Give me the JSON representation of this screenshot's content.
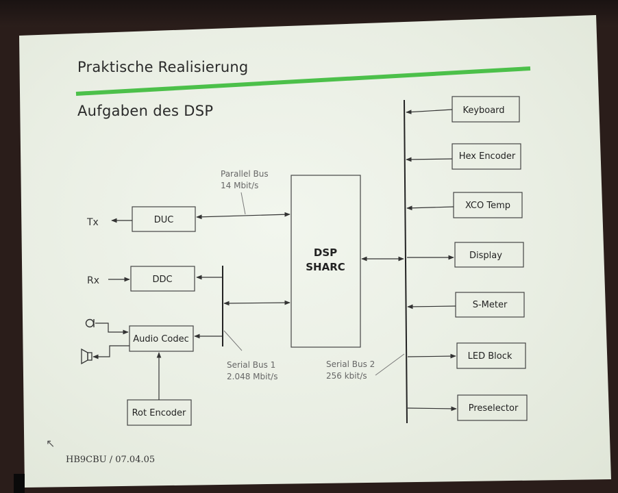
{
  "slide": {
    "title": "Praktische Realisierung",
    "subtitle": "Aufgaben des DSP",
    "footer": "HB9CBU / 07.04.05",
    "accent_color": "#4cc04a"
  },
  "diagram": {
    "io": {
      "tx": "Tx",
      "rx": "Rx"
    },
    "blocks": {
      "duc": "DUC",
      "ddc": "DDC",
      "audio_codec": "Audio Codec",
      "rot_encoder": "Rot Encoder",
      "dsp_line1": "DSP",
      "dsp_line2": "SHARC"
    },
    "annotations": {
      "parallel_bus_line1": "Parallel Bus",
      "parallel_bus_line2": "14 Mbit/s",
      "serial_bus1_line1": "Serial Bus 1",
      "serial_bus1_line2": "2.048 Mbit/s",
      "serial_bus2_line1": "Serial Bus 2",
      "serial_bus2_line2": "256 kbit/s"
    },
    "peripherals": [
      "Keyboard",
      "Hex Encoder",
      "XCO Temp",
      "Display",
      "S-Meter",
      "LED Block",
      "Preselector"
    ],
    "icons": {
      "microphone": "microphone-icon",
      "speaker": "speaker-icon"
    }
  }
}
